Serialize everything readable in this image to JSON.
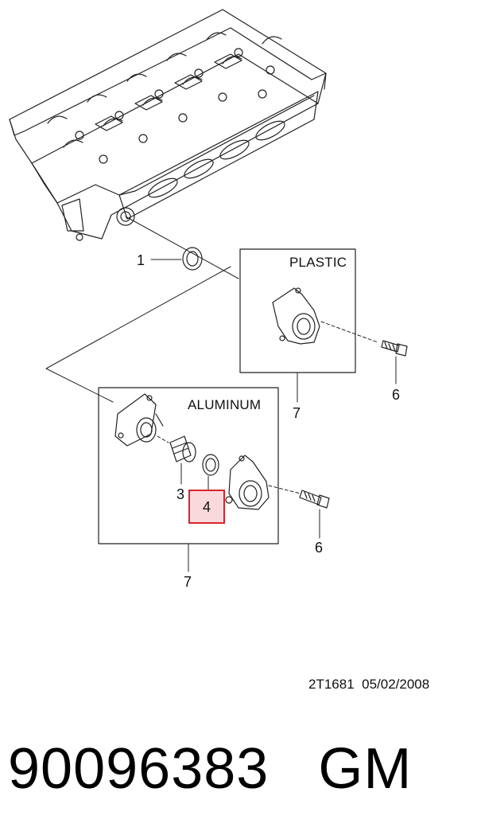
{
  "diagram": {
    "box_labels": {
      "plastic": "PLASTIC",
      "aluminum": "ALUMINUM"
    },
    "callouts": {
      "gasket": "1",
      "thermostat": "3",
      "seal_ring": "4",
      "bolt_upper": "6",
      "bolt_lower": "6",
      "housing_plastic": "7",
      "housing_aluminum": "7"
    },
    "highlighted_callout": "4",
    "highlight_color": "#d9242f"
  },
  "footer": {
    "code": "2T1681",
    "date": "05/02/2008"
  },
  "part": {
    "number": "90096383",
    "brand": "GM"
  }
}
